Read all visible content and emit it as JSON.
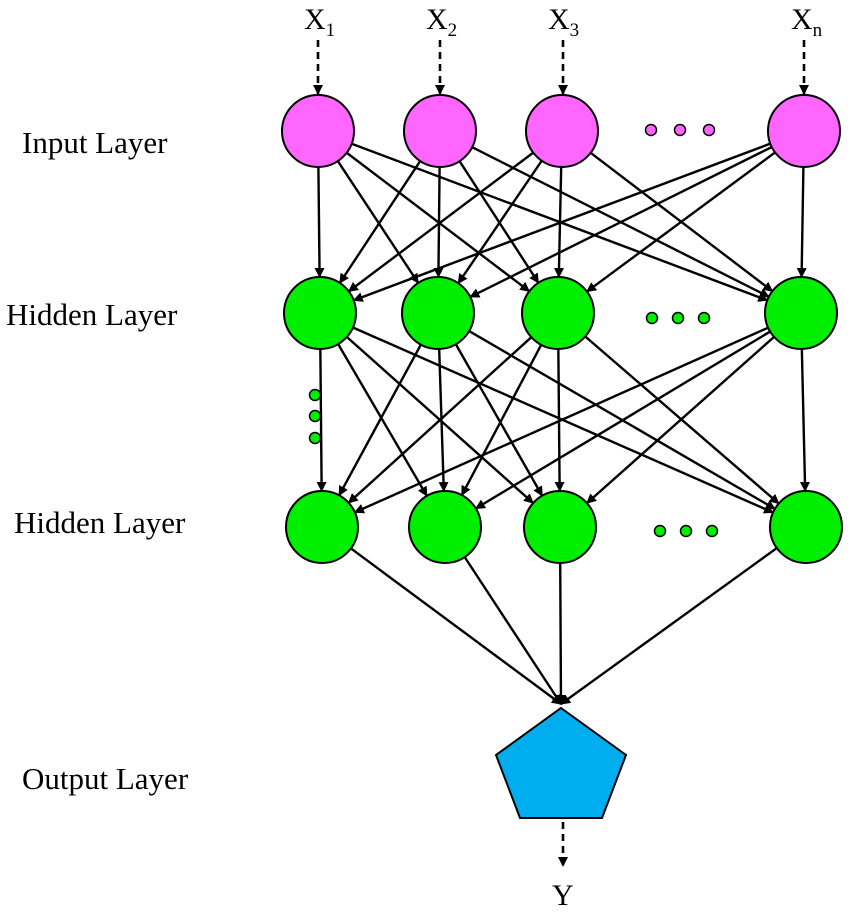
{
  "labels": {
    "input_layer": "Input Layer",
    "hidden_layer_1": "Hidden Layer",
    "hidden_layer_2": "Hidden Layer",
    "output_layer": "Output Layer"
  },
  "inputs": [
    {
      "base": "X",
      "sub": "1"
    },
    {
      "base": "X",
      "sub": "2"
    },
    {
      "base": "X",
      "sub": "3"
    },
    {
      "base": "X",
      "sub": "n"
    }
  ],
  "output": {
    "label": "Y"
  },
  "colors": {
    "input_node": "#FF66FF",
    "hidden_node": "#00EE00",
    "output_node": "#00AEEF",
    "edge": "#000000"
  },
  "structure": {
    "input_nodes_shown": 4,
    "hidden_layer_1_nodes_shown": 4,
    "hidden_layer_2_nodes_shown": 4,
    "output_nodes": 1,
    "connectivity": "fully-connected",
    "output_shape": "pentagon",
    "ellipsis_between_nodes": true,
    "ellipsis_between_hidden_layers": true
  }
}
